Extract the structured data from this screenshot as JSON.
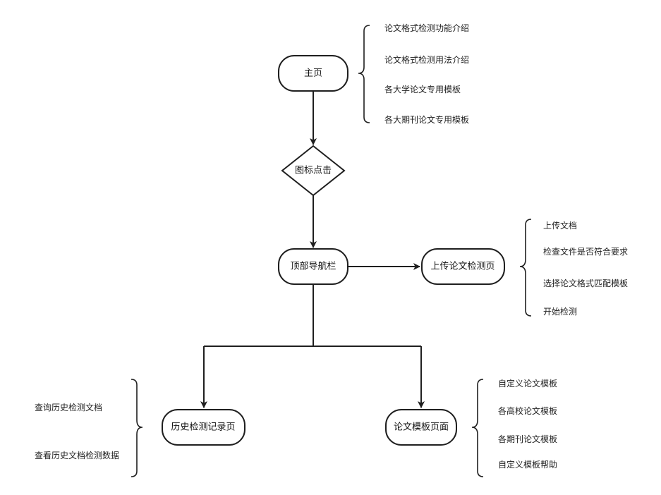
{
  "nodes": {
    "home": "主页",
    "icon_click": "图标点击",
    "top_nav": "顶部导航栏",
    "upload_page": "上传论文检测页",
    "history_page": "历史检测记录页",
    "template_page": "论文模板页面"
  },
  "notes": {
    "home": [
      "论文格式检测功能介绍",
      "论文格式检测用法介绍",
      "各大学论文专用模板",
      "各大期刊论文专用模板"
    ],
    "upload": [
      "上传文档",
      "检查文件是否符合要求",
      "选择论文格式匹配模板",
      "开始检测"
    ],
    "history": [
      "查询历史检测文档",
      "查看历史文档检测数据"
    ],
    "template": [
      "自定义论文模板",
      "各高校论文模板",
      "各期刊论文模板",
      "自定义模板帮助"
    ]
  }
}
